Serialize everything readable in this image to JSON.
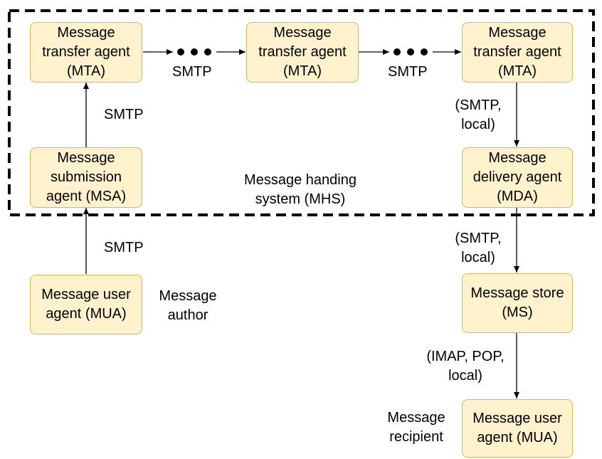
{
  "boxes": {
    "mta_1": [
      "Message",
      "transfer agent",
      "(MTA)"
    ],
    "mta_2": [
      "Message",
      "transfer agent",
      "(MTA)"
    ],
    "mta_3": [
      "Message",
      "transfer agent",
      "(MTA)"
    ],
    "msa": [
      "Message",
      "submission",
      "agent (MSA)"
    ],
    "mda": [
      "Message",
      "delivery agent",
      "(MDA)"
    ],
    "mua_author": [
      "Message user",
      "agent (MUA)"
    ],
    "ms": [
      "Message store",
      "(MS)"
    ],
    "mua_recipient": [
      "Message user",
      "agent (MUA)"
    ]
  },
  "labels": {
    "smtp_mta1_mta2": [
      "SMTP"
    ],
    "smtp_mta2_mta3": [
      "SMTP"
    ],
    "smtp_msa_mta1": [
      "SMTP"
    ],
    "smtp_mua_msa": [
      "SMTP"
    ],
    "smtp_local_mta3_mda": [
      "(SMTP,",
      "local)"
    ],
    "smtp_local_mda_ms": [
      "(SMTP,",
      "local)"
    ],
    "imap_pop_local": [
      "(IMAP, POP,",
      "local)"
    ],
    "mhs": [
      "Message handing",
      "system (MHS)"
    ],
    "message_author": [
      "Message",
      "author"
    ],
    "message_recipient": [
      "Message",
      "recipient"
    ]
  },
  "colors": {
    "box_fill": "#fff2cc",
    "box_stroke": "#d6b656",
    "line": "#000000",
    "boundary": "#000000"
  }
}
